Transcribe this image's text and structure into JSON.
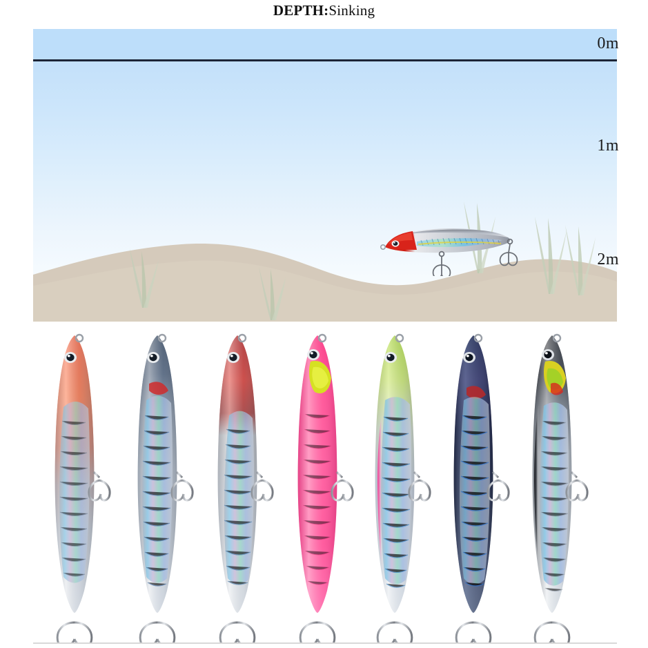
{
  "header": {
    "depth_label": "DEPTH:",
    "depth_value": "Sinking",
    "full_title": "DEPTH:Sinking"
  },
  "scene": {
    "name": "underwater-depth-diagram",
    "water_surface_color": "#bddefa",
    "water_deep_color": "#fbfdff",
    "water_line_color": "#1c2436",
    "sand_color": "#d5cabb",
    "weed_color": "#c3ceb8",
    "depth_ticks": [
      {
        "id": "tick-0m",
        "label": "0m"
      },
      {
        "id": "tick-1m",
        "label": "1m"
      },
      {
        "id": "tick-2m",
        "label": "2m"
      }
    ],
    "scene_lure": {
      "name": "red-head-silver-pencil-lure",
      "head_color": "#d41f17",
      "body_color": "#c9ccd2",
      "belly_color": "#ffffff",
      "hook_count": 2,
      "depth_position": "2m"
    }
  },
  "lineup": {
    "count": 7,
    "lures": [
      {
        "index": 1,
        "name": "lure-orange-red-silver",
        "head_color": "#f5441b",
        "head_color_2": "#ff6a2a",
        "back_color": "#c8ccd4",
        "body_color": "#d9dde3",
        "belly_color": "#f2f4f6",
        "holo_tint": "#b9a7c8",
        "eye_color": "#18202c",
        "cheek_color": "#ff5a23",
        "hooks": 2
      },
      {
        "index": 2,
        "name": "lure-blue-grey-holo",
        "head_color": "#2f3f55",
        "head_color_2": "#5d7390",
        "back_color": "#39506c",
        "body_color": "#cfd6de",
        "belly_color": "#eef1f4",
        "holo_tint": "#7fa8d8",
        "eye_color": "#15202e",
        "cheek_color": "#cf2b2b",
        "hooks": 2
      },
      {
        "index": 3,
        "name": "lure-crimson-red-silver",
        "head_color": "#b3120f",
        "head_color_2": "#e03026",
        "back_color": "#9aa2ad",
        "body_color": "#d6dae0",
        "belly_color": "#f4f5f7",
        "holo_tint": "#8fb6dc",
        "eye_color": "#16202d",
        "cheek_color": "#d12a1e",
        "hooks": 2
      },
      {
        "index": 4,
        "name": "lure-hot-pink-chartreuse-cheek",
        "head_color": "#f8337f",
        "head_color_2": "#ff5d9c",
        "back_color": "#fb3c86",
        "body_color": "#ff57a0",
        "belly_color": "#ff8ec0",
        "holo_tint": "#ff79b3",
        "eye_color": "#16202d",
        "cheek_color": "#d6e022",
        "hooks": 2
      },
      {
        "index": 5,
        "name": "lure-chartreuse-pink-holo",
        "head_color": "#9bd12a",
        "head_color_2": "#c3e25c",
        "back_color": "#b9d9d2",
        "body_color": "#cfd9e4",
        "belly_color": "#f9409a",
        "holo_tint": "#6fb0e0",
        "eye_color": "#15202e",
        "cheek_color": "#a8d62e",
        "hooks": 2
      },
      {
        "index": 6,
        "name": "lure-navy-purple-holo",
        "head_color": "#222a50",
        "head_color_2": "#3d3a6e",
        "back_color": "#1d2340",
        "body_color": "#3a4460",
        "belly_color": "#6a6f8a",
        "holo_tint": "#4d7fd6",
        "eye_color": "#0e1420",
        "cheek_color": "#b4292b",
        "hooks": 2
      },
      {
        "index": 7,
        "name": "lure-black-back-silver-holo",
        "head_color": "#14161c",
        "head_color_2": "#2e3138",
        "back_color": "#121418",
        "body_color": "#d7dce2",
        "belly_color": "#eef1f4",
        "holo_tint": "#9fb9d6",
        "eye_color": "#0d1118",
        "cheek_color": "#d9d022",
        "hooks": 2
      }
    ],
    "hook_color": "#b9bcc2",
    "hook_dark_color": "#3a3d44",
    "split_ring_color": "#9aa0a8"
  },
  "divider": {
    "name": "bottom-divider",
    "color": "#d8d8d8"
  }
}
